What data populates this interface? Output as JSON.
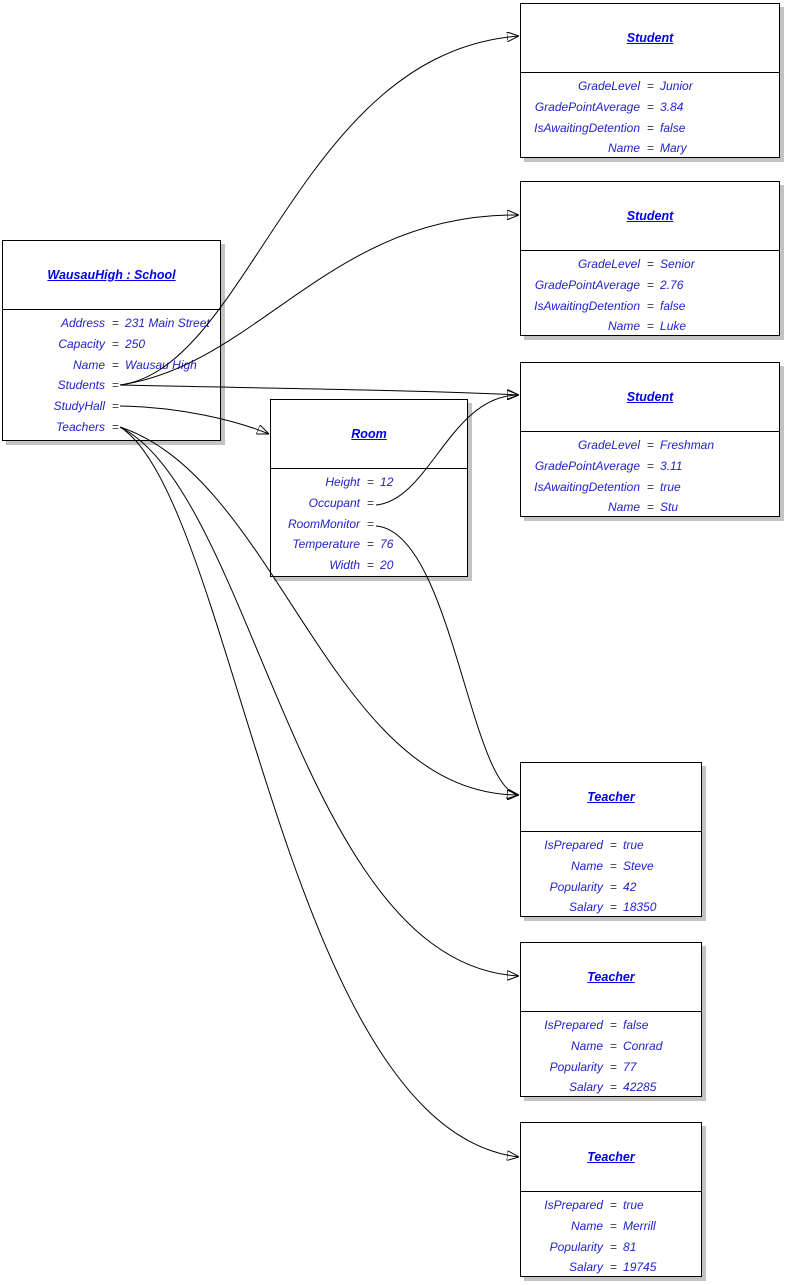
{
  "ui": {
    "equals": "="
  },
  "colors": {
    "background": "#ffffff",
    "title_text": "#0000ee",
    "property_text": "#2222cd",
    "equals_text": "#3d3d3d",
    "box_border": "#000000",
    "box_shadow": "#c3c3c3",
    "connector_line": "#000000"
  },
  "boxes": {
    "school": {
      "title": "WausauHigh : School",
      "props": [
        {
          "n": "Address",
          "v": "231 Main Street"
        },
        {
          "n": "Capacity",
          "v": "250"
        },
        {
          "n": "Name",
          "v": "Wausau High"
        },
        {
          "n": "Students",
          "v": ""
        },
        {
          "n": "StudyHall",
          "v": ""
        },
        {
          "n": "Teachers",
          "v": ""
        }
      ]
    },
    "student_mary": {
      "title": "Student",
      "props": [
        {
          "n": "GradeLevel",
          "v": "Junior"
        },
        {
          "n": "GradePointAverage",
          "v": "3.84"
        },
        {
          "n": "IsAwaitingDetention",
          "v": "false"
        },
        {
          "n": "Name",
          "v": "Mary"
        }
      ]
    },
    "student_luke": {
      "title": "Student",
      "props": [
        {
          "n": "GradeLevel",
          "v": "Senior"
        },
        {
          "n": "GradePointAverage",
          "v": "2.76"
        },
        {
          "n": "IsAwaitingDetention",
          "v": "false"
        },
        {
          "n": "Name",
          "v": "Luke"
        }
      ]
    },
    "student_stu": {
      "title": "Student",
      "props": [
        {
          "n": "GradeLevel",
          "v": "Freshman"
        },
        {
          "n": "GradePointAverage",
          "v": "3.11"
        },
        {
          "n": "IsAwaitingDetention",
          "v": "true"
        },
        {
          "n": "Name",
          "v": "Stu"
        }
      ]
    },
    "room": {
      "title": "Room",
      "props": [
        {
          "n": "Height",
          "v": "12"
        },
        {
          "n": "Occupant",
          "v": ""
        },
        {
          "n": "RoomMonitor",
          "v": ""
        },
        {
          "n": "Temperature",
          "v": "76"
        },
        {
          "n": "Width",
          "v": "20"
        }
      ]
    },
    "teacher_steve": {
      "title": "Teacher",
      "props": [
        {
          "n": "IsPrepared",
          "v": "true"
        },
        {
          "n": "Name",
          "v": "Steve"
        },
        {
          "n": "Popularity",
          "v": "42"
        },
        {
          "n": "Salary",
          "v": "18350"
        }
      ]
    },
    "teacher_conrad": {
      "title": "Teacher",
      "props": [
        {
          "n": "IsPrepared",
          "v": "false"
        },
        {
          "n": "Name",
          "v": "Conrad"
        },
        {
          "n": "Popularity",
          "v": "77"
        },
        {
          "n": "Salary",
          "v": "42285"
        }
      ]
    },
    "teacher_merrill": {
      "title": "Teacher",
      "props": [
        {
          "n": "IsPrepared",
          "v": "true"
        },
        {
          "n": "Name",
          "v": "Merrill"
        },
        {
          "n": "Popularity",
          "v": "81"
        },
        {
          "n": "Salary",
          "v": "19745"
        }
      ]
    }
  },
  "connections": [
    {
      "from": "WausauHigh.Students",
      "to": "Student (Mary)"
    },
    {
      "from": "WausauHigh.Students",
      "to": "Student (Luke)"
    },
    {
      "from": "WausauHigh.Students",
      "to": "Student (Stu)"
    },
    {
      "from": "WausauHigh.StudyHall",
      "to": "Room"
    },
    {
      "from": "WausauHigh.Teachers",
      "to": "Teacher (Steve)"
    },
    {
      "from": "WausauHigh.Teachers",
      "to": "Teacher (Conrad)"
    },
    {
      "from": "WausauHigh.Teachers",
      "to": "Teacher (Merrill)"
    },
    {
      "from": "Room.Occupant",
      "to": "Student (Stu)"
    },
    {
      "from": "Room.RoomMonitor",
      "to": "Teacher (Steve)"
    }
  ]
}
